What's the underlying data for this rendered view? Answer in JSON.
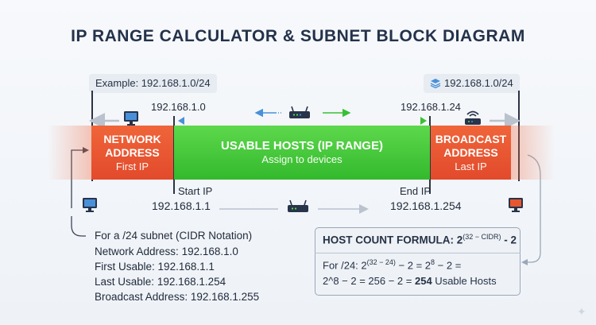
{
  "title": "IP RANGE CALCULATOR & SUBNET BLOCK DIAGRAM",
  "example_label": "Example: 192.168.1.0/24",
  "cidr_badge": "192.168.1.0/24",
  "network_ip": "192.168.1.0",
  "broadcast_ip": "192.168.1.24",
  "network_block": {
    "title_line1": "NETWORK",
    "title_line2": "ADDRESS",
    "sub": "First IP"
  },
  "usable_block": {
    "title": "USABLE HOSTS (IP RANGE)",
    "sub": "Assign to devices"
  },
  "broadcast_block": {
    "title_line1": "BROADCAST",
    "title_line2": "ADDRESS",
    "sub": "Last IP"
  },
  "start": {
    "label": "Start IP",
    "ip": "192.168.1.1"
  },
  "end": {
    "label": "End IP",
    "ip": "192.168.1.254"
  },
  "subnet_info": {
    "heading": "For a /24 subnet (CIDR Notation)",
    "lines": [
      {
        "key": "Network Address:",
        "value": "192.168.1.0"
      },
      {
        "key": "First Usable:",
        "value": "192.168.1.1"
      },
      {
        "key": "Last Usable:",
        "value": "192.168.1.254"
      },
      {
        "key": "Broadcast Address:",
        "value": "192.168.1.255"
      }
    ]
  },
  "formula": {
    "title": "HOST COUNT FORMULA: 2",
    "title_exp": "(32 − CIDR)",
    "title_tail": " - 2",
    "line1_a": "For /24: 2",
    "line1_exp": "(32 − 24)",
    "line1_b": " − 2 = 2",
    "line1_exp2": "8",
    "line1_c": " − 2 =",
    "line2_a": "2^8 − 2 = 256 − 2 = ",
    "line2_bold": "254",
    "line2_b": " Usable Hosts"
  },
  "colors": {
    "network": "#e8562f",
    "usable": "#44c73a",
    "broadcast": "#e8562f",
    "arrow_blue": "#4a90d9"
  },
  "icons": [
    "monitor-icon",
    "router-icon",
    "wifi-router-icon",
    "layers-icon",
    "sparkle-icon"
  ]
}
